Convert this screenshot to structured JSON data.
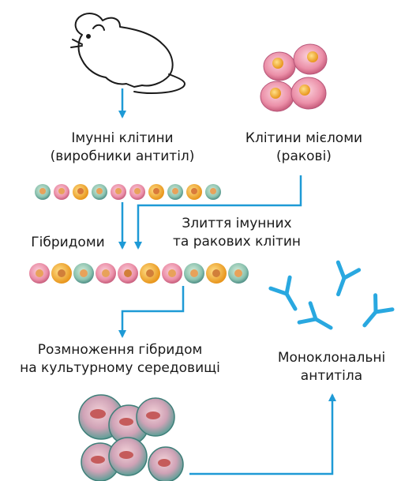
{
  "labels": {
    "immune_cells": [
      "Імунні клітини",
      "(виробники антитіл)"
    ],
    "myeloma_cells": [
      "Клітини мієломи",
      "(ракові)"
    ],
    "fusion": [
      "Злиття імунних",
      "та ракових клітин"
    ],
    "hybridomas": "Гібридоми",
    "reproduction": [
      "Розмноження гібридом",
      "на культурному середовищі"
    ],
    "antibodies": [
      "Моноклональні",
      "антитіла"
    ]
  },
  "colors": {
    "arrow": "#1e9ad6",
    "cell_pink": "#e98ca6",
    "cell_yellow": "#f3b12c",
    "antibody": "#29a8e0",
    "culture_teal": "#7fbfb4"
  },
  "icons": [
    "mouse-icon",
    "myeloma-cell-icon",
    "antibody-icon",
    "hybridoma-cell-icon"
  ]
}
